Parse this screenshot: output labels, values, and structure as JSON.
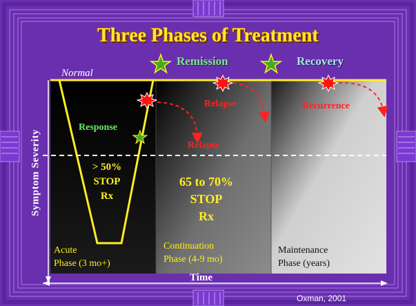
{
  "title": "Three Phases of Treatment",
  "top_phases": {
    "remission": "Remission",
    "recovery": "Recovery"
  },
  "normal_label": "Normal",
  "y_axis_label": "Symptom Severity",
  "x_axis_label": "Time",
  "response_label": "Response",
  "acute_stop": {
    "line1": "> 50%",
    "line2": "STOP",
    "line3": "Rx"
  },
  "continuation_stop": {
    "line1": "65 to 70%",
    "line2": "STOP",
    "line3": "Rx"
  },
  "relapse_labels": [
    "Relapse",
    "Relapse"
  ],
  "recurrence_label": "Recurrence",
  "phases": [
    {
      "line1": "Acute",
      "line2": "Phase (3 mo+)"
    },
    {
      "line1": "Continuation",
      "line2": "Phase (4-9 mo)"
    },
    {
      "line1": "Maintenance",
      "line2": "Phase (years)"
    }
  ],
  "credit": "Oxman, 2001",
  "colors": {
    "background": "#6a2fae",
    "frame": "#4a1c88",
    "accent_yellow": "#ffee22",
    "relapse_red": "#ff2222",
    "star_green": "#44aa22",
    "response_green": "#66ee66"
  }
}
